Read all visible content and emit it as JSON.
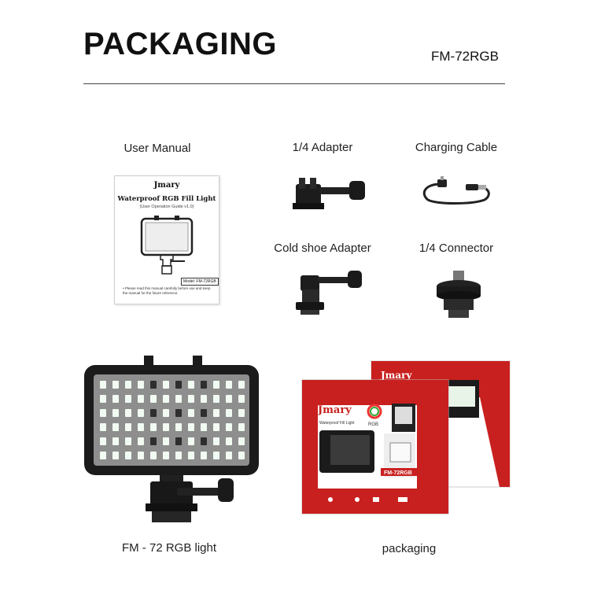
{
  "header": {
    "title": "PACKAGING",
    "model": "FM-72RGB"
  },
  "items": {
    "user_manual": "User Manual",
    "adapter": "1/4 Adapter",
    "charging_cable": "Charging Cable",
    "cold_shoe": "Cold shoe Adapter",
    "connector": "1/4 Connector",
    "light": "FM - 72 RGB light",
    "packaging": "packaging"
  },
  "manual": {
    "brand": "Jmary",
    "heading": "Waterproof RGB Fill Light",
    "subtitle": "(User Operation Guide v1.0)",
    "model_label": "Model: FM-72RGB",
    "note": "• Please read this manual carefully before use and keep the manual for the future reference."
  },
  "box": {
    "brand": "Jmary",
    "rgb_label": "RGB",
    "product_label": "Waterproof Fill Light",
    "model_tag": "FM-72RGB"
  },
  "colors": {
    "box_red": "#c8201f",
    "led": "#f2fbf2",
    "led_grid": "#8e8e8e",
    "light_body": "#1b1b1b"
  }
}
